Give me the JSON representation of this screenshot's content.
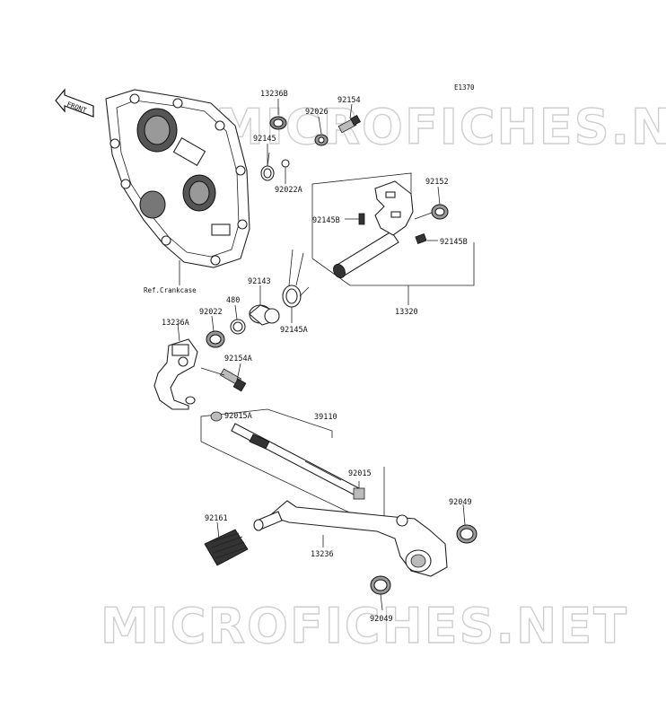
{
  "diagram_code": "E1370",
  "front_label": "FRONT",
  "watermark": "MICROFICHES.NET",
  "reference_label": "Ref.Crankcase",
  "part_labels": {
    "p13236B": "13236B",
    "p92154": "92154",
    "p92026": "92026",
    "p92145": "92145",
    "p92022A": "92022A",
    "p92152": "92152",
    "p92145B_left": "92145B",
    "p92145B_right": "92145B",
    "p92143": "92143",
    "p480": "480",
    "p92145A": "92145A",
    "p13320": "13320",
    "p92022": "92022",
    "p13236A": "13236A",
    "p92154A": "92154A",
    "p92015A": "92015A",
    "p39110": "39110",
    "p92015": "92015",
    "p92049_top": "92049",
    "p92161": "92161",
    "p13236": "13236",
    "p92049_bottom": "92049"
  }
}
